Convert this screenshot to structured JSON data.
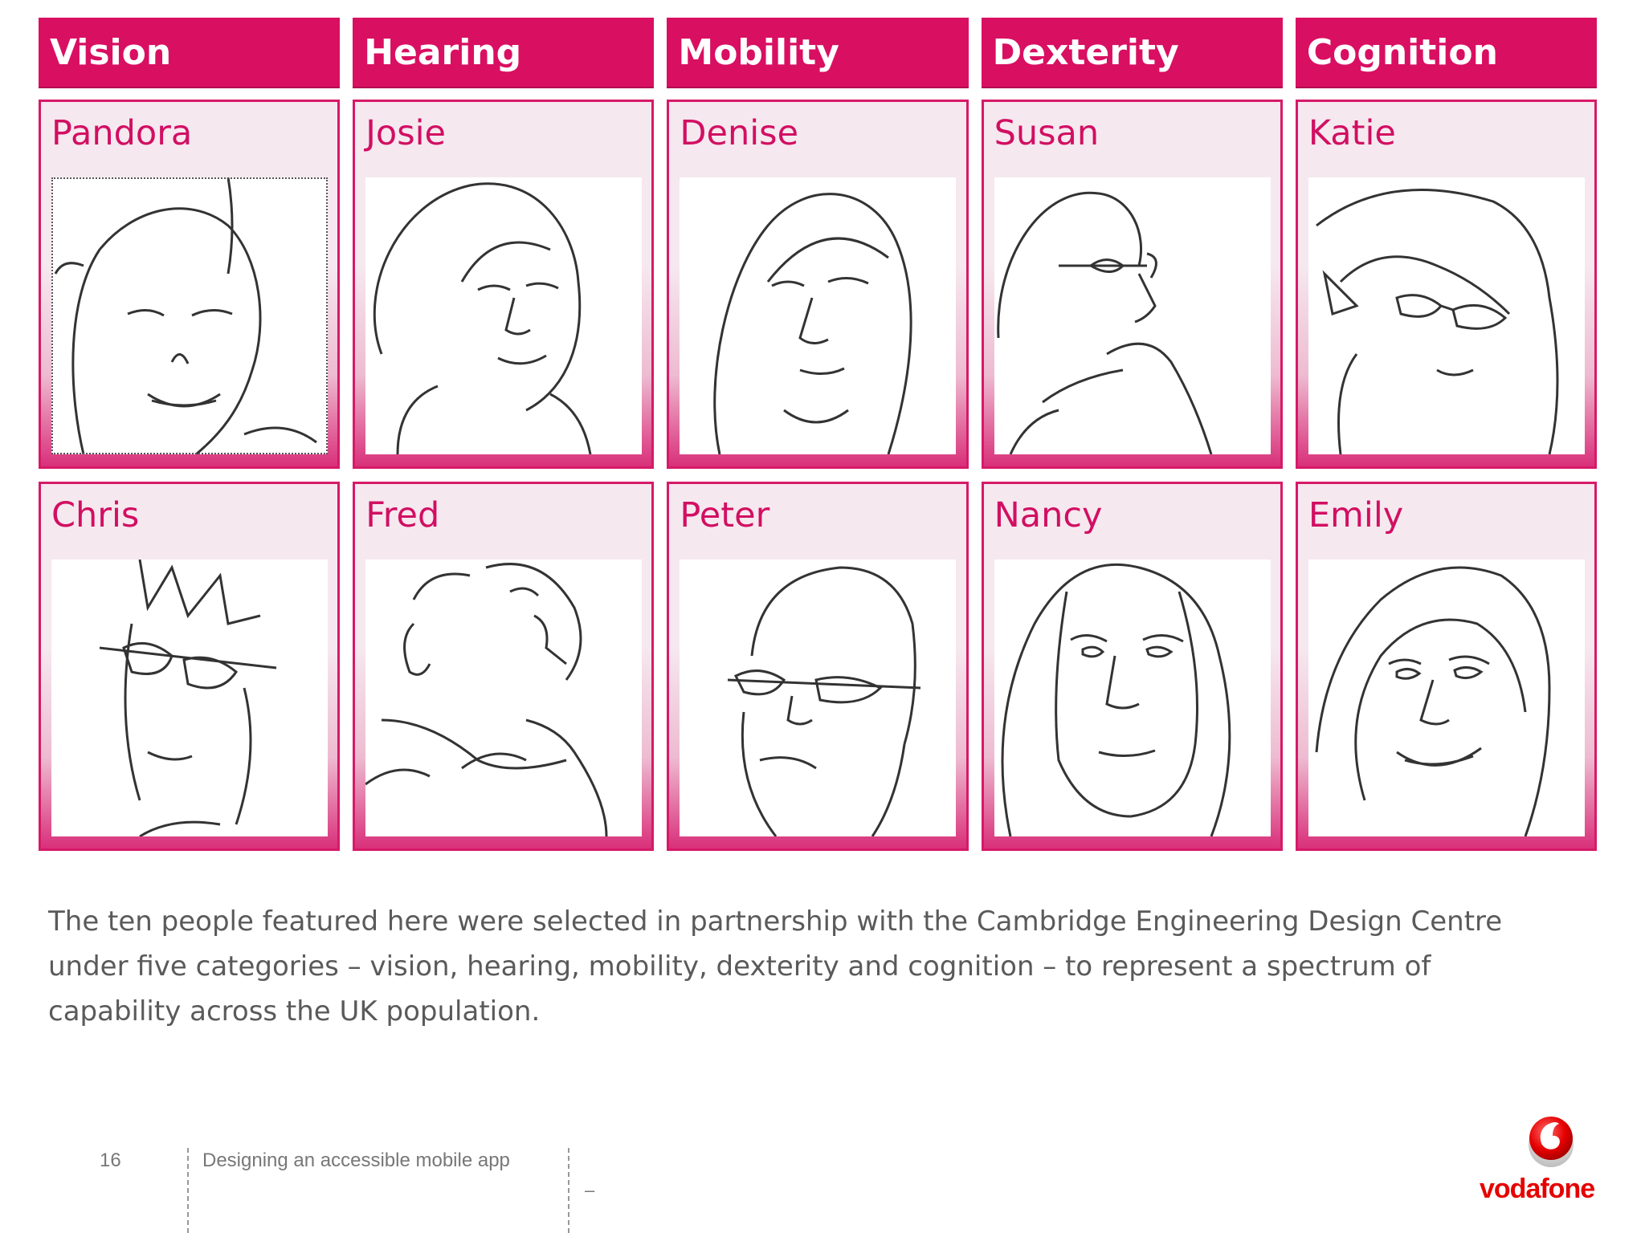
{
  "categories": [
    "Vision",
    "Hearing",
    "Mobility",
    "Dexterity",
    "Cognition"
  ],
  "row1": [
    "Pandora",
    "Josie",
    "Denise",
    "Susan",
    "Katie"
  ],
  "row2": [
    "Chris",
    "Fred",
    "Peter",
    "Nancy",
    "Emily"
  ],
  "caption": "The ten people featured here were selected in partnership with the Cambridge Engineering Design Centre under five categories – vision, hearing, mobility, dexterity and cognition – to represent a spectrum of capability across the UK population.",
  "footer": {
    "page_number": "16",
    "title": "Designing an accessible mobile app",
    "dash": "–"
  },
  "brand": {
    "name": "vodafone",
    "color": "#e60000"
  },
  "colors": {
    "accent": "#d90f62"
  },
  "icons": {
    "portrait": "line-drawing-portrait",
    "logo": "vodafone-speechmark-logo"
  }
}
